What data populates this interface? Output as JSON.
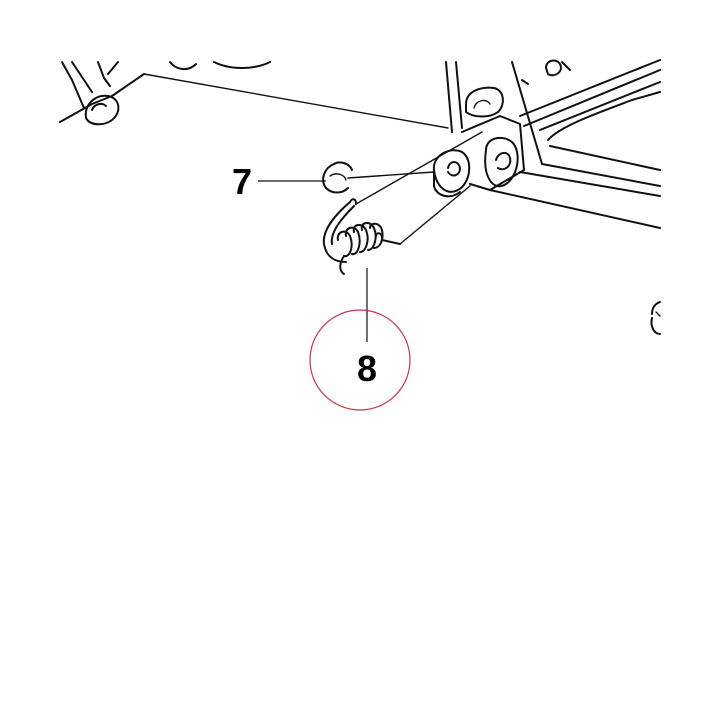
{
  "diagram": {
    "callouts": [
      {
        "id": "part-7",
        "label": "7",
        "part": "retaining-clip"
      },
      {
        "id": "part-8",
        "label": "8",
        "part": "torsion-spring"
      }
    ],
    "highlighted_callout": "8",
    "colors": {
      "line": "#111111",
      "highlight_ring": "#c8364a",
      "background": "#ffffff"
    }
  }
}
